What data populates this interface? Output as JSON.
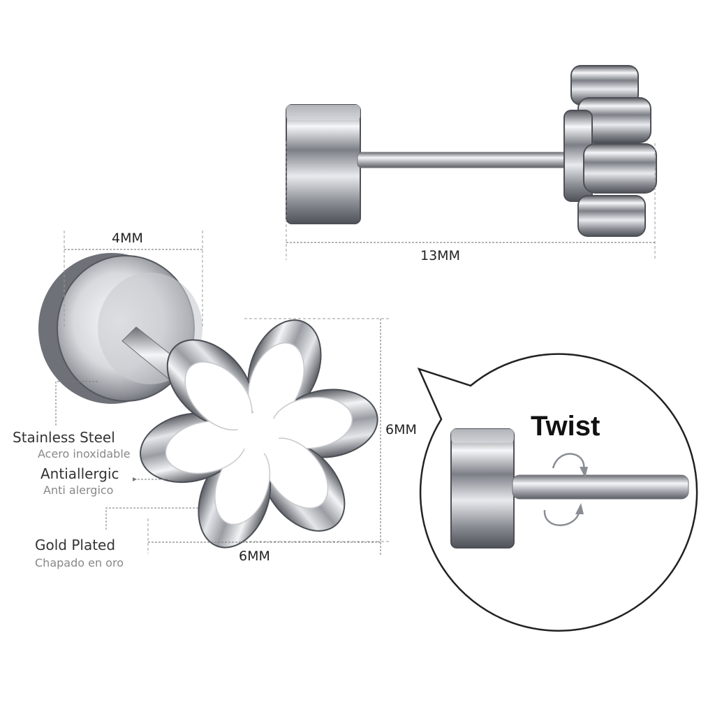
{
  "dimensions": {
    "length": "13MM",
    "back_diameter": "4MM",
    "flower_height": "6MM",
    "flower_width": "6MM"
  },
  "features": [
    {
      "en": "Stainless Steel",
      "es": "Acero inoxidable"
    },
    {
      "en": "Antiallergic",
      "es": "Anti alergico"
    },
    {
      "en": "Gold Plated",
      "es": "Chapado en oro"
    }
  ],
  "callout": {
    "title": "Twist"
  },
  "colors": {
    "metal_dark": "#6e7076",
    "metal_mid": "#b9bcc2",
    "metal_light": "#f4f5f7",
    "enamel": "#ffffff",
    "dim_line": "#888888"
  },
  "icons": {
    "rotate": "twist-arrows-icon"
  }
}
